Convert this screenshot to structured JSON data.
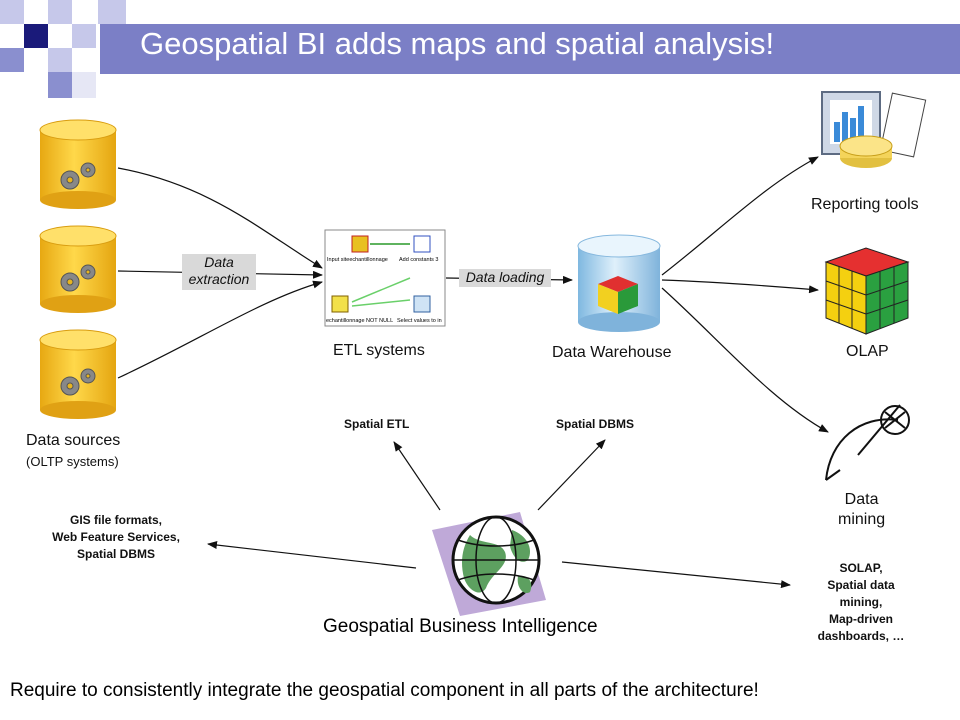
{
  "title": "Geospatial BI adds maps and spatial analysis!",
  "colors": {
    "title_bar": "#7b7fc6",
    "deco_dark": "#1a1a7a",
    "deco_mid": "#8a8fcf",
    "deco_light": "#c6c8ea",
    "cylinder_yellow": "#f3c52a",
    "warehouse_blue": "#a9d4f0"
  },
  "sources": {
    "label": "Data sources",
    "sublabel": "(OLTP systems)",
    "icon": "gear-icon"
  },
  "extraction_tag": {
    "line1": "Data",
    "line2": "extraction"
  },
  "etl": {
    "label": "ETL systems",
    "nodes": [
      "Input siteechantillonnage",
      "Add constants 3",
      "echantillonnage NOT NULL",
      "Select values to in"
    ]
  },
  "loading_tag": "Data loading",
  "warehouse": {
    "label": "Data Warehouse"
  },
  "outputs": {
    "reporting": "Reporting tools",
    "olap": "OLAP",
    "mining_line1": "Data",
    "mining_line2": "mining"
  },
  "spatial": {
    "etl": "Spatial ETL",
    "dbms": "Spatial DBMS",
    "left_lines": [
      "GIS file formats,",
      "Web Feature Services,",
      "Spatial DBMS"
    ],
    "right_lines": [
      "SOLAP,",
      "Spatial data",
      "mining,",
      "Map-driven",
      "dashboards, …"
    ]
  },
  "gbi_label": "Geospatial Business Intelligence",
  "footer": "Require to consistently integrate the geospatial component in all parts of the architecture!"
}
